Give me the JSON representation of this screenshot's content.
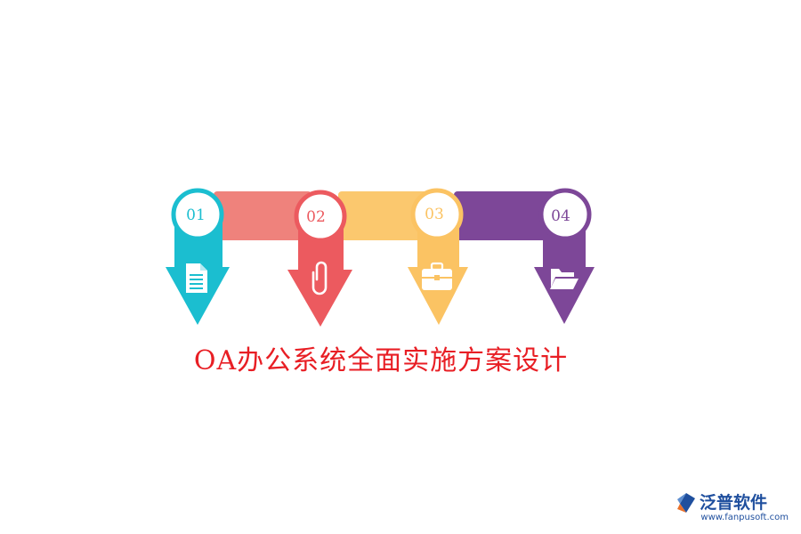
{
  "title": "OA办公系统全面实施方案设计",
  "steps": [
    {
      "number": "01",
      "icon": "document-icon",
      "color": "#1bbed0"
    },
    {
      "number": "02",
      "icon": "paperclip-icon",
      "color": "#ec5a5f"
    },
    {
      "number": "03",
      "icon": "briefcase-icon",
      "color": "#fbc363"
    },
    {
      "number": "04",
      "icon": "folder-icon",
      "color": "#7d4798"
    }
  ],
  "connector_colors": [
    "#ef827c",
    "#fbc86e",
    "#7d4798"
  ],
  "watermark": {
    "name": "泛普软件",
    "url": "www.fanpusoft.com",
    "color": "#1f4f9e"
  }
}
